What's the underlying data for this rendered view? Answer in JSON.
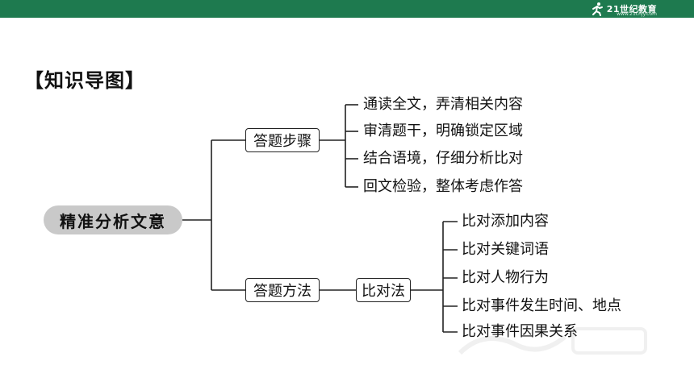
{
  "header": {
    "logo_text": "21世纪教育",
    "logo_sub": "www.21cnjy.com"
  },
  "page_title": "【知识导图】",
  "mindmap": {
    "root": "精准分析文意",
    "steps": {
      "label": "答题步骤",
      "items": [
        "通读全文，弄清相关内容",
        "审清题干，明确锁定区域",
        "结合语境，仔细分析比对",
        "回文检验，整体考虑作答"
      ]
    },
    "methods": {
      "label": "答题方法",
      "sub": {
        "label": "比对法",
        "items": [
          "比对添加内容",
          "比对关键词语",
          "比对人物行为",
          "比对事件发生时间、地点",
          "比对事件因果关系"
        ]
      }
    }
  },
  "colors": {
    "topbar": "#1e7a4f",
    "root_fill": "#c9c9c9",
    "line": "#222222"
  }
}
